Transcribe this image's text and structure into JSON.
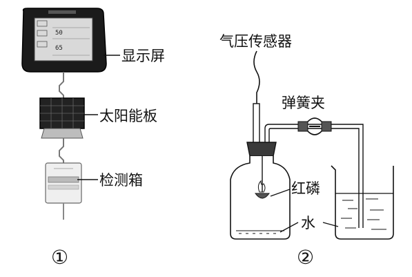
{
  "figure_1": {
    "number": "①",
    "labels": {
      "display": "显示屏",
      "solar_panel": "太阳能板",
      "detection_box": "检测箱"
    },
    "screen_readings": [
      "50",
      "65"
    ]
  },
  "figure_2": {
    "number": "②",
    "labels": {
      "pressure_sensor": "气压传感器",
      "spring_clamp": "弹簧夹",
      "red_phosphorus": "红磷",
      "water": "水"
    }
  }
}
